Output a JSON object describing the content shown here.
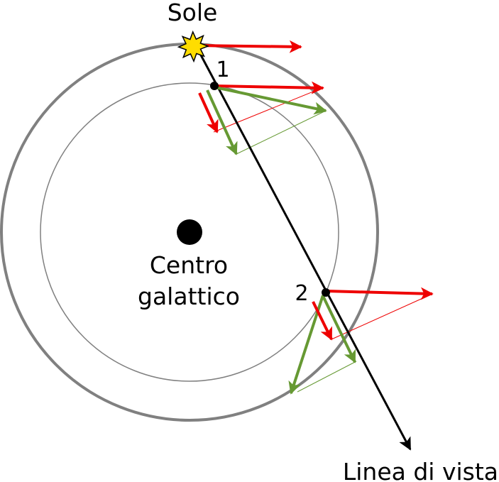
{
  "labels": {
    "sun": "Sole",
    "center_line1": "Centro",
    "center_line2": "galattico",
    "point1": "1",
    "point2": "2",
    "line_of_sight": "Linea di vista"
  },
  "colors": {
    "outer_orbit": "#808080",
    "inner_orbit": "#808080",
    "line_of_sight": "#000000",
    "sun_fill": "#ffdd00",
    "circular_velocity": "#ee0000",
    "projection": "#669933",
    "center": "#000000"
  }
}
